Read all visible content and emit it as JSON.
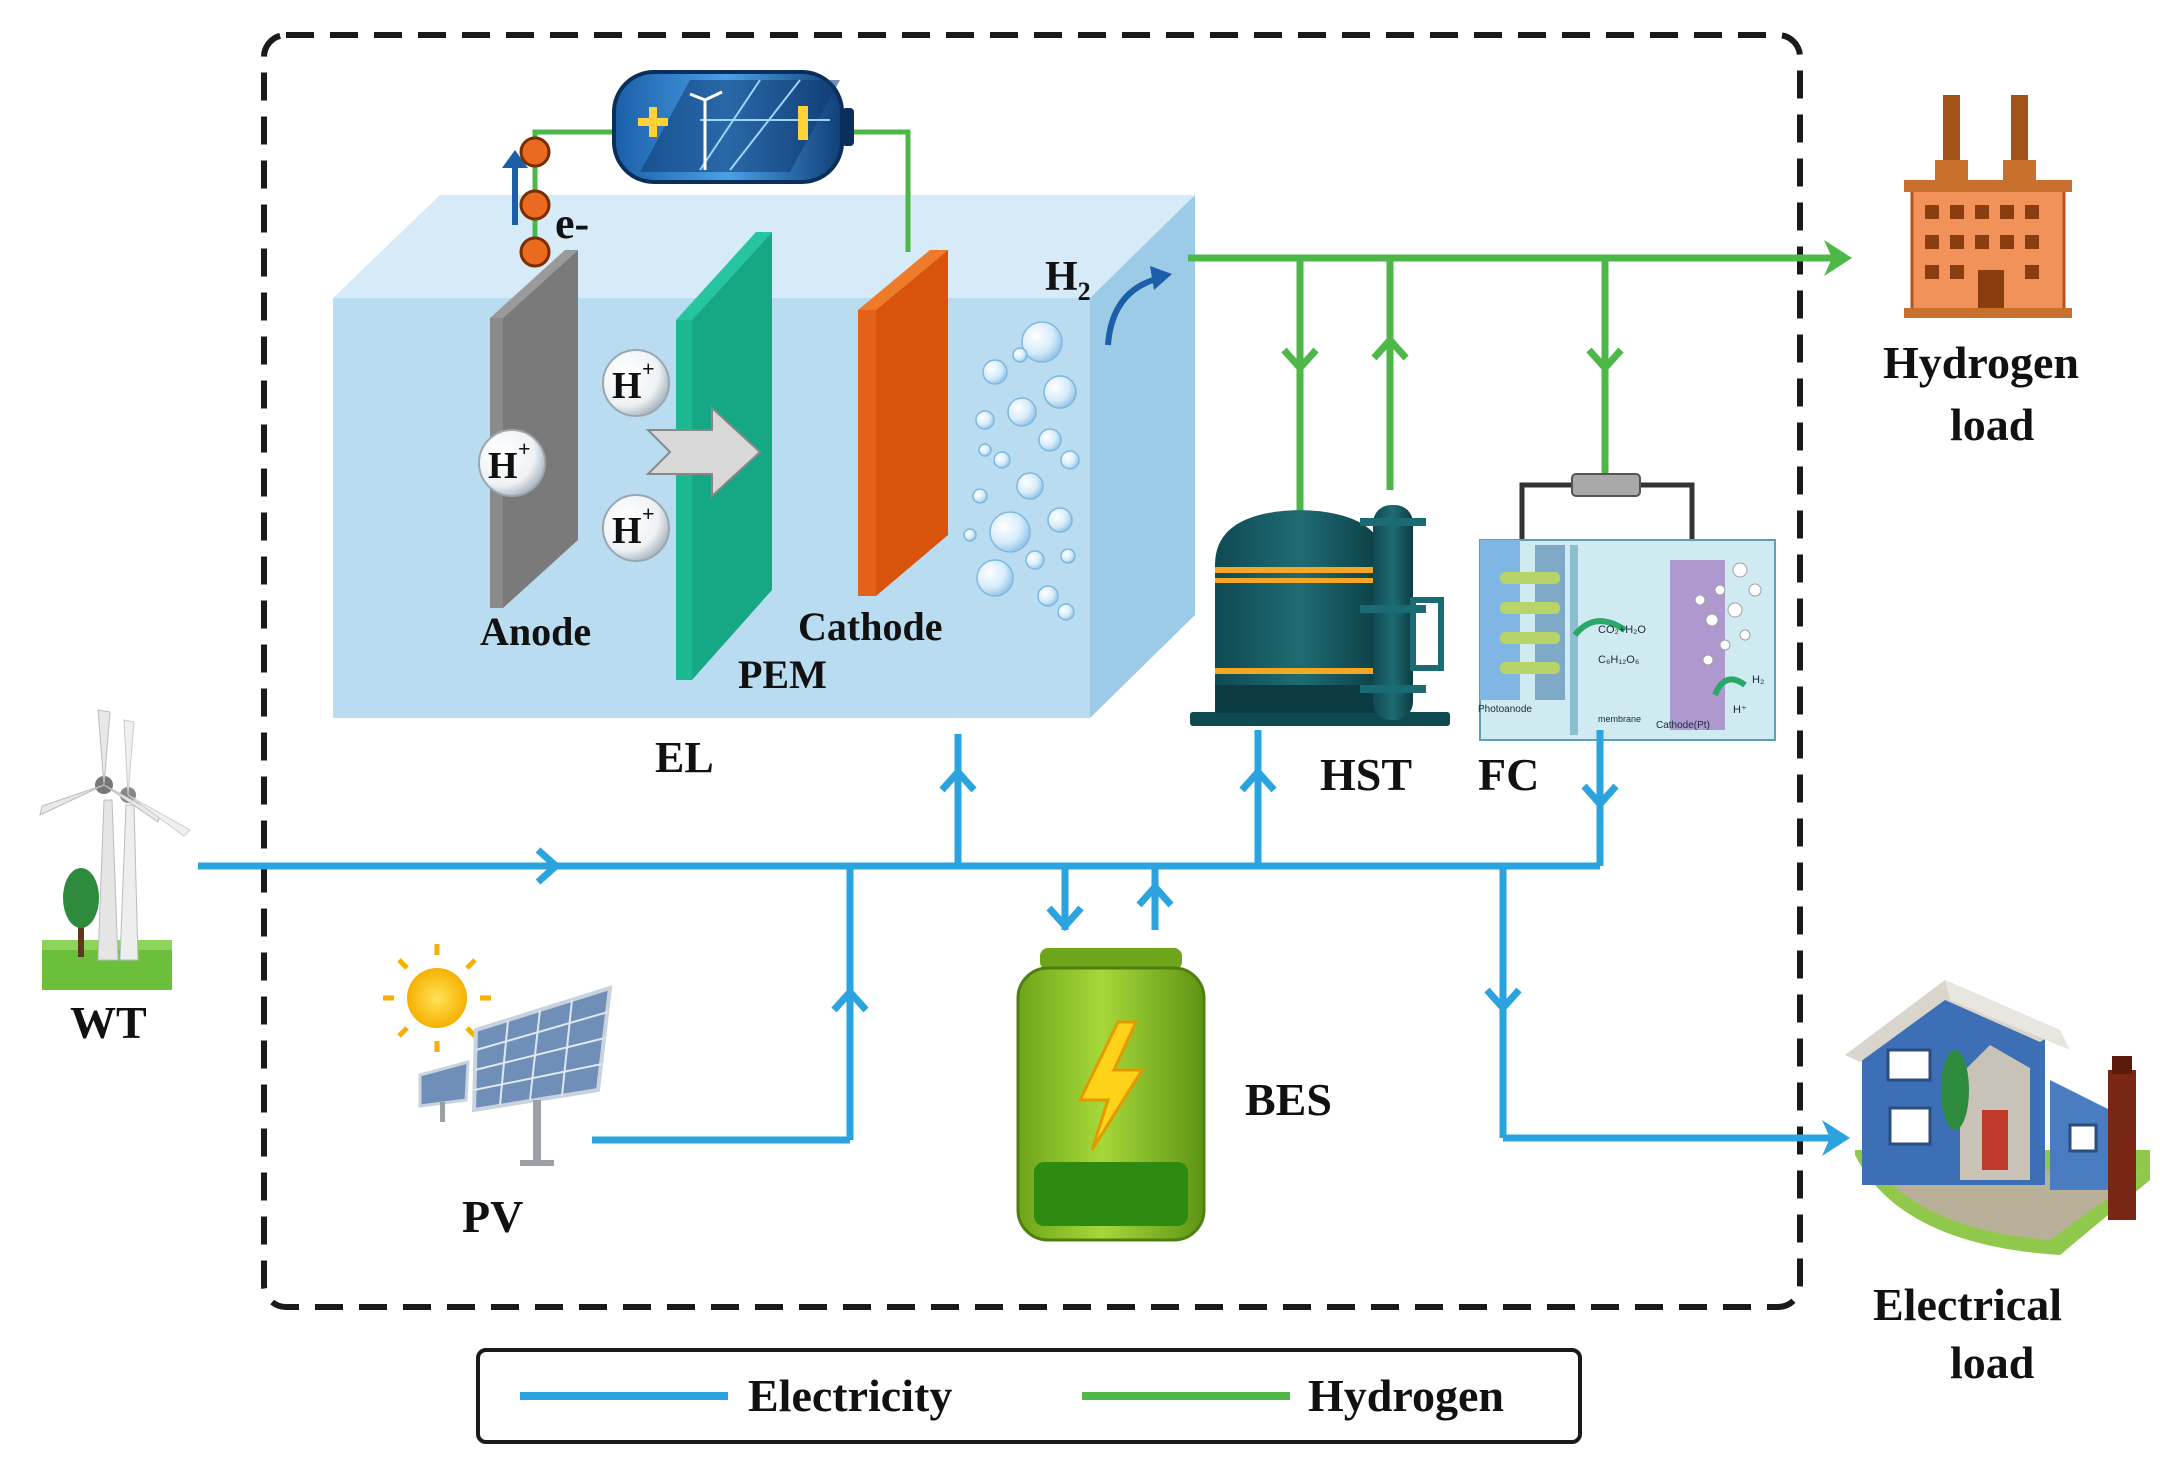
{
  "labels": {
    "anode": "Anode",
    "cathode": "Cathode",
    "pem": "PEM",
    "el": "EL",
    "e_minus": "e-",
    "h_plus": "H",
    "h_plus_sup": "+",
    "h2": "H",
    "h2_sub": "2",
    "hst": "HST",
    "fc": "FC",
    "hydrogen_load_1": "Hydrogen",
    "hydrogen_load_2": "load",
    "electrical_load_1": "Electrical",
    "electrical_load_2": "load",
    "wt": "WT",
    "pv": "PV",
    "bes": "BES"
  },
  "fc_inset": {
    "co2_h2o": "CO₂+H₂O",
    "c6h12o6": "C₆H₁₂O₆",
    "photoanode": "Photoanode",
    "membrane": "membrane",
    "cathode_pt": "Cathode(Pt)",
    "h_plus": "H⁺",
    "h2": "H₂"
  },
  "legend": {
    "electricity": "Electricity",
    "hydrogen": "Hydrogen"
  },
  "colors": {
    "electricity": "#2aa3df",
    "hydrogen": "#4db848",
    "frame": "#1a1a1a"
  },
  "icons": [
    "battery-icon",
    "wind-turbine-icon",
    "solar-panel-icon",
    "sun-icon",
    "factory-icon",
    "house-icon",
    "tank-icon",
    "fuel-cell-icon"
  ]
}
